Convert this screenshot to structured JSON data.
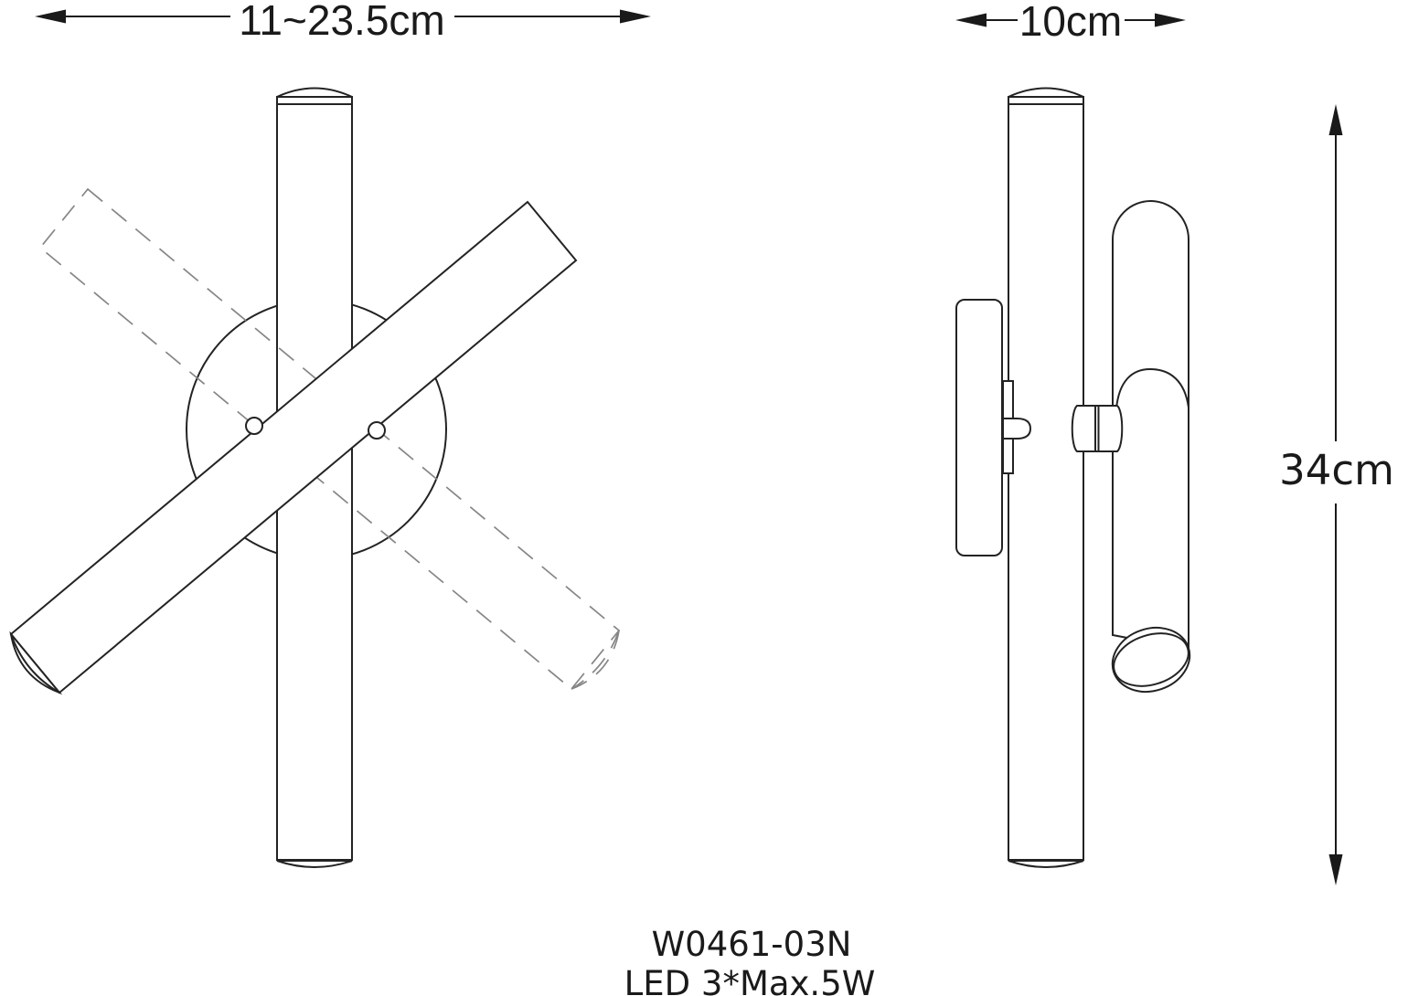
{
  "drawing": {
    "type": "wall-lamp-dimension-diagram",
    "views": {
      "front": "front view with rotatable diagonal tube (dashed = alternate position)",
      "side": "side profile with wall plate, ball joint and twin tubes"
    }
  },
  "dimensions": {
    "width_range": "11~23.5cm",
    "depth": "10cm",
    "height": "34cm"
  },
  "product": {
    "model": "W0461-03N",
    "spec": "LED 3*Max.5W"
  },
  "colors": {
    "line": "#232323",
    "dashed_line": "#868686",
    "text": "#1a1a1a",
    "background": "#ffffff"
  }
}
